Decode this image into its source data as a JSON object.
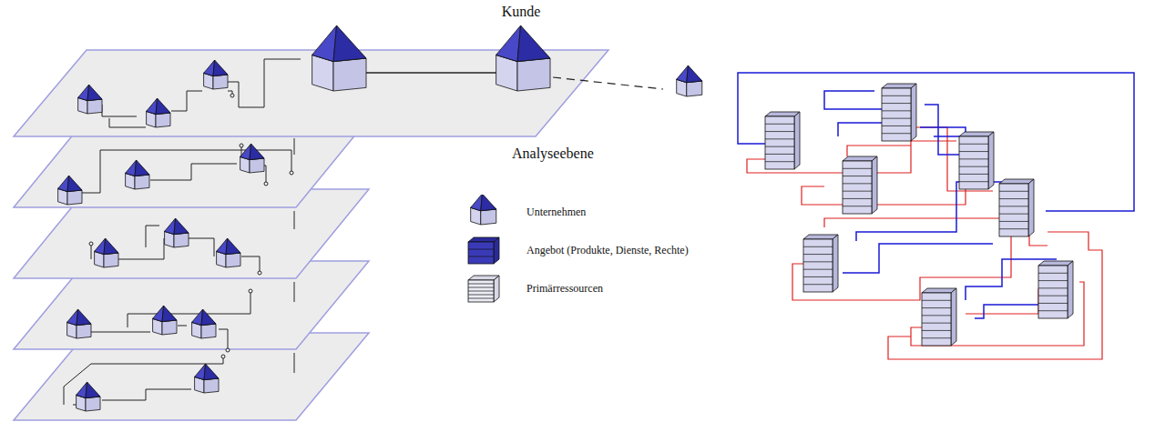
{
  "diagram": {
    "nodes": [
      {
        "text": [
          "Kunde"
        ]
      }
    ],
    "labels": [
      "Analyseebene"
    ],
    "legend": [
      {
        "text": "Unternehmen"
      },
      {
        "text": "Angebot (Produkte, Dienste, Rechte)"
      },
      {
        "text": "Primärressourcen"
      }
    ]
  }
}
